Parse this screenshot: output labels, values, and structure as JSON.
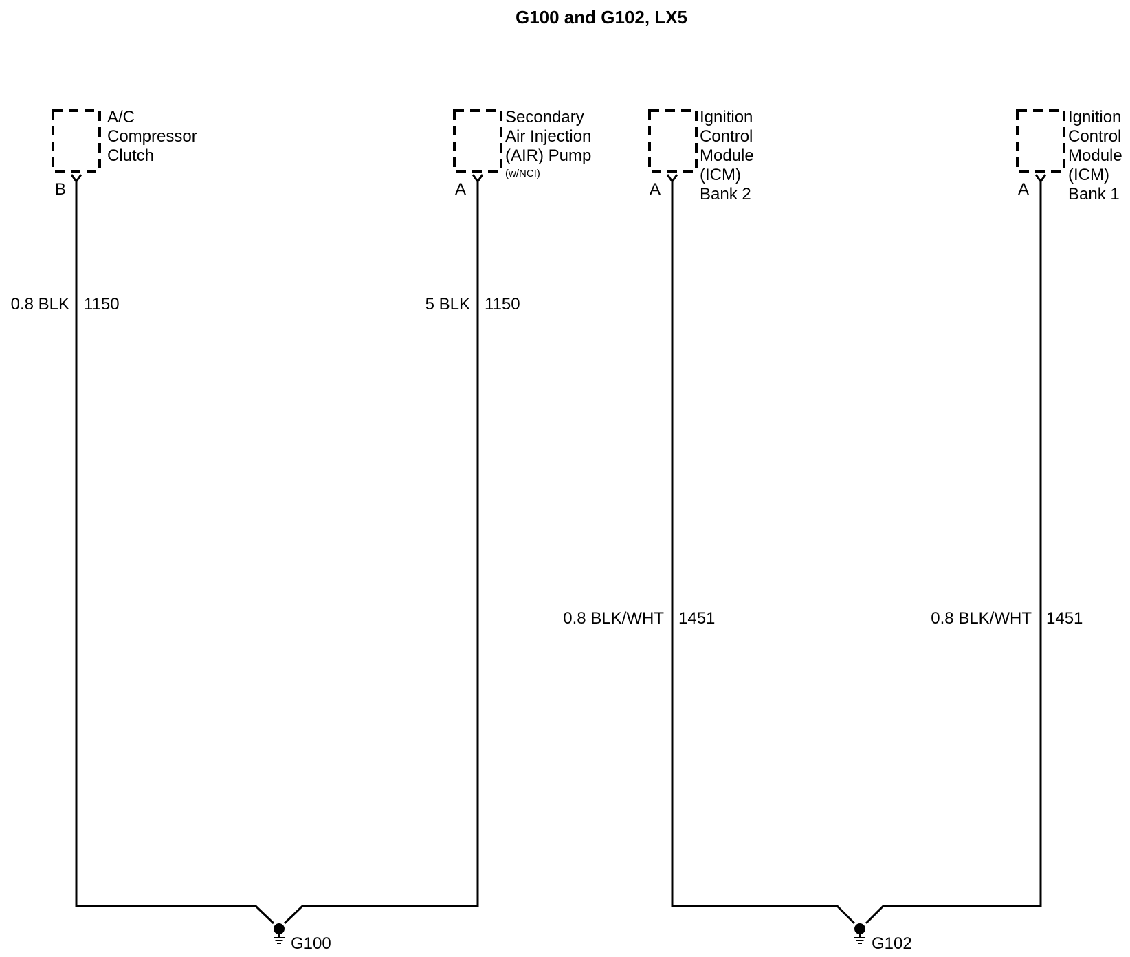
{
  "title": "G100 and G102, LX5",
  "components": [
    {
      "id": "ac",
      "label_lines": [
        "A/C",
        "Compressor",
        "Clutch"
      ],
      "note": "",
      "pin": "B",
      "wire_gauge_color": "0.8 BLK",
      "circuit": "1150"
    },
    {
      "id": "air",
      "label_lines": [
        "Secondary",
        "Air Injection",
        "(AIR) Pump"
      ],
      "note": "(w/NCI)",
      "pin": "A",
      "wire_gauge_color": "5 BLK",
      "circuit": "1150"
    },
    {
      "id": "icm2",
      "label_lines": [
        "Ignition",
        "Control",
        "Module",
        "(ICM)",
        "Bank 2"
      ],
      "note": "",
      "pin": "A",
      "wire_gauge_color": "0.8 BLK/WHT",
      "circuit": "1451"
    },
    {
      "id": "icm1",
      "label_lines": [
        "Ignition",
        "Control",
        "Module",
        "(ICM)",
        "Bank 1"
      ],
      "note": "",
      "pin": "A",
      "wire_gauge_color": "0.8 BLK/WHT",
      "circuit": "1451"
    }
  ],
  "grounds": [
    {
      "id": "g100",
      "label": "G100"
    },
    {
      "id": "g102",
      "label": "G102"
    }
  ]
}
